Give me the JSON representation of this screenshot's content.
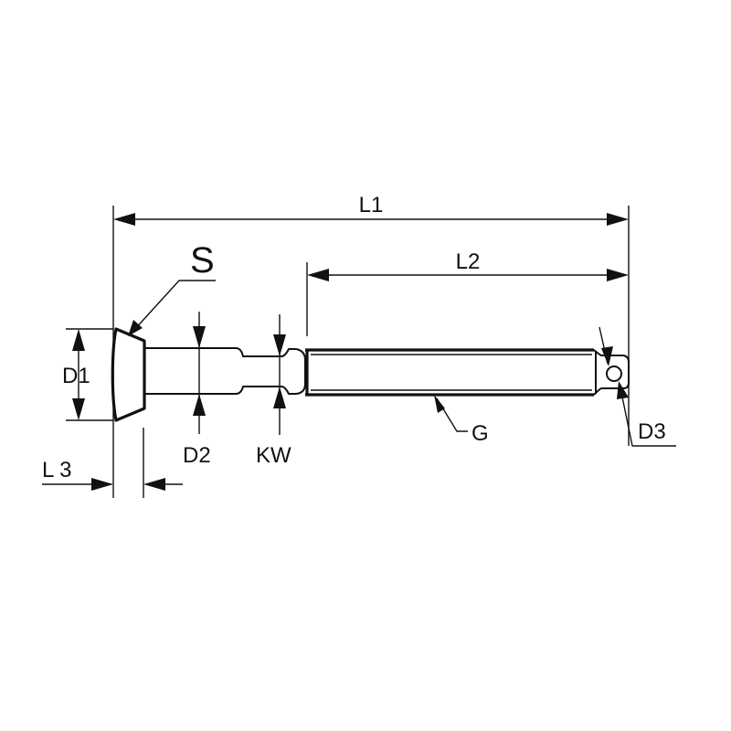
{
  "labels": {
    "l1": "L1",
    "l2": "L2",
    "l3": "L 3",
    "s": "S",
    "d1": "D1",
    "d2": "D2",
    "d3": "D3",
    "kw": "KW",
    "g": "G"
  }
}
